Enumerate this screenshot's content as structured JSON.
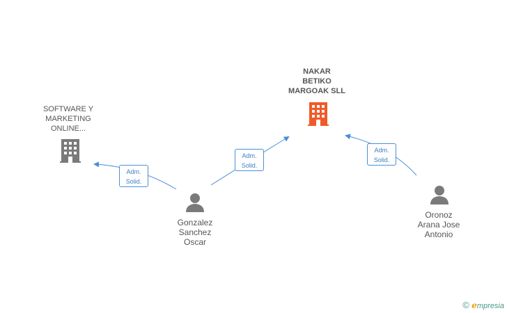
{
  "nodes": {
    "software": {
      "lines": [
        "SOFTWARE Y",
        "MARKETING",
        "ONLINE..."
      ],
      "color": "#7a7a7a"
    },
    "nakar": {
      "lines": [
        "NAKAR",
        "BETIKO",
        "MARGOAK SLL"
      ],
      "color": "#f05a28"
    },
    "gonzalez": {
      "lines": [
        "Gonzalez",
        "Sanchez",
        "Oscar"
      ],
      "color": "#7a7a7a"
    },
    "oronoz": {
      "lines": [
        "Oronoz",
        "Arana Jose",
        "Antonio"
      ],
      "color": "#7a7a7a"
    }
  },
  "edges": [
    {
      "lines": [
        "Adm.",
        "Solid."
      ]
    },
    {
      "lines": [
        "Adm.",
        "Solid."
      ]
    },
    {
      "lines": [
        "Adm.",
        "Solid."
      ]
    }
  ],
  "colors": {
    "edge": "#4a8fd8",
    "icon_gray": "#7a7a7a",
    "icon_main": "#f05a28"
  },
  "brand": {
    "copyright": "©",
    "e": "e",
    "rest": "mpresia"
  }
}
